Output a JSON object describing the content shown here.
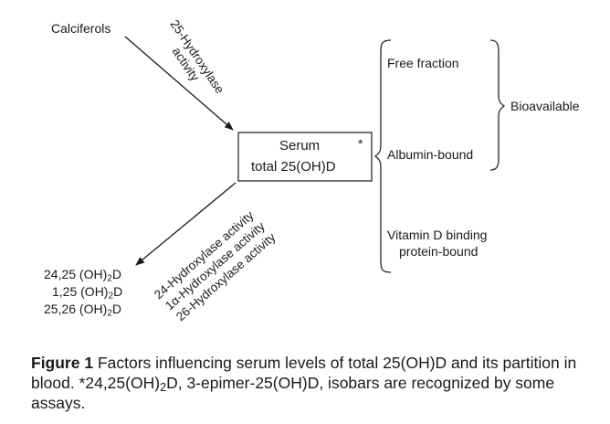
{
  "diagram": {
    "calciferols": "Calciferols",
    "hydroxylase_25_line1": "25-Hydroxylase",
    "hydroxylase_25_line2": "activity",
    "serum_line1": "Serum",
    "serum_line2": "total 25(OH)D",
    "asterisk": "*",
    "free_fraction": "Free fraction",
    "albumin_bound": "Albumin-bound",
    "dbp_line1": "Vitamin D binding",
    "dbp_line2": "protein-bound",
    "bioavailable": "Bioavailable",
    "products": [
      {
        "prefix": "24,25 (OH)",
        "sub": "2",
        "suffix": "D"
      },
      {
        "prefix": "1,25 (OH)",
        "sub": "2",
        "suffix": "D"
      },
      {
        "prefix": "25,26 (OH)",
        "sub": "2",
        "suffix": "D"
      }
    ],
    "hydroxylase_24": "24-Hydroxylase activity",
    "hydroxylase_1a": "1α-Hydroxylase activity",
    "hydroxylase_26": "26-Hydroxylase activity"
  },
  "caption": {
    "label": "Figure 1",
    "text_part1": " Factors influencing serum levels of total 25(OH)D and its partition in blood. *24,25(OH)",
    "sub": "2",
    "text_part2": "D, 3-epimer-25(OH)D, isobars are recognized by some assays."
  }
}
